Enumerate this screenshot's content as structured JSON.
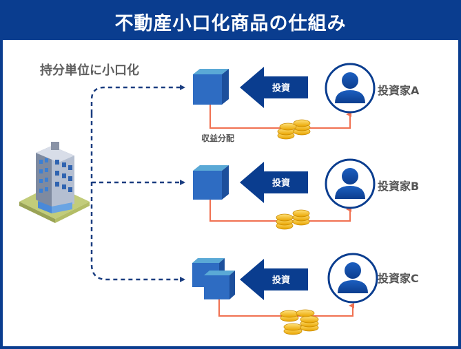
{
  "header": {
    "title": "不動産小口化商品の仕組み"
  },
  "left": {
    "split_label": "持分単位に小口化"
  },
  "revenue_label": "収益分配",
  "rows": [
    {
      "arrow_label": "投資",
      "investor": "投資家A"
    },
    {
      "arrow_label": "投資",
      "investor": "投資家B"
    },
    {
      "arrow_label": "投資",
      "investor": "投資家C"
    }
  ],
  "colors": {
    "brand": "#0a3d8f",
    "cube_front": "#2e6cc2",
    "cube_top": "#5aa9d6",
    "dashed_line": "#1a3d80",
    "revenue_line": "#f07050",
    "coin": "#f2b811"
  }
}
